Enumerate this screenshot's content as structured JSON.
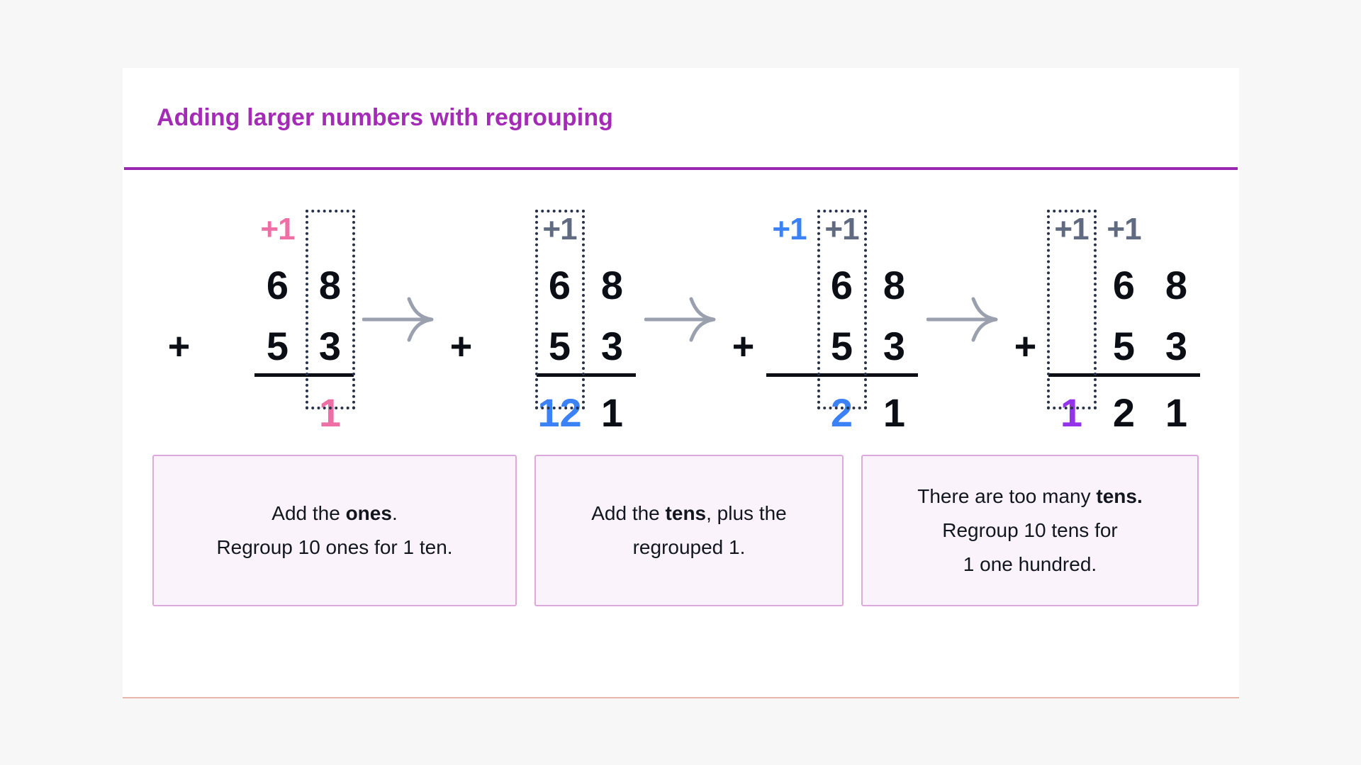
{
  "page": {
    "title": "Adding larger numbers with regrouping",
    "accent_purple": "#9a27b0",
    "title_color": "#a32bb5",
    "card_bg": "#ffffff",
    "page_bg": "#f7f7f8"
  },
  "problem": {
    "addend_top": "68",
    "addend_bottom": "53",
    "operator": "+"
  },
  "colors": {
    "pink": "#ee6fa6",
    "gray": "#606a80",
    "blue": "#3b82f6",
    "purple": "#9333ea",
    "black": "#0b0e14",
    "dotbox_border": "#28314a",
    "arrow": "#9aa0ae",
    "caption_bg": "#fbf3fb",
    "caption_border": "#dda9dd"
  },
  "steps": [
    {
      "id": "step-1",
      "label": "add-the-ones",
      "operator": "+",
      "operator_color": "black",
      "carries": {
        "hundreds": "",
        "tens": "+1",
        "tens_color": "pink",
        "ones": ""
      },
      "top_digits": {
        "hundreds": "",
        "tens": "6",
        "ones": "8"
      },
      "bottom_digits": {
        "hundreds": "",
        "tens": "5",
        "ones": "3"
      },
      "sum": {
        "hundreds": "",
        "tens": "",
        "ones": "1",
        "ones_color": "pink"
      },
      "highlight_column": "ones"
    },
    {
      "id": "step-2",
      "label": "add-the-tens",
      "operator": "+",
      "operator_color": "black",
      "carries": {
        "hundreds": "",
        "tens": "+1",
        "tens_color": "gray",
        "ones": ""
      },
      "top_digits": {
        "hundreds": "",
        "tens": "6",
        "ones": "8"
      },
      "bottom_digits": {
        "hundreds": "",
        "tens": "5",
        "ones": "3"
      },
      "sum": {
        "hundreds": "",
        "tens": "12",
        "tens_color": "blue",
        "ones": "1",
        "ones_color": "black"
      },
      "highlight_column": "tens"
    },
    {
      "id": "step-3",
      "label": "regroup-tens",
      "operator": "+",
      "operator_color": "black",
      "carries": {
        "hundreds": "+1",
        "hundreds_color": "blue",
        "tens": "+1",
        "tens_color": "gray",
        "ones": ""
      },
      "top_digits": {
        "hundreds": "",
        "tens": "6",
        "ones": "8"
      },
      "bottom_digits": {
        "hundreds": "",
        "tens": "5",
        "ones": "3"
      },
      "sum": {
        "hundreds": "",
        "tens": "2",
        "tens_color": "blue",
        "ones": "1",
        "ones_color": "black"
      },
      "highlight_column": "tens"
    },
    {
      "id": "step-4",
      "label": "final-answer",
      "operator": "+",
      "operator_color": "black",
      "carries": {
        "hundreds": "+1",
        "hundreds_color": "gray",
        "tens": "+1",
        "tens_color": "gray",
        "ones": ""
      },
      "top_digits": {
        "hundreds": "",
        "tens": "6",
        "ones": "8"
      },
      "bottom_digits": {
        "hundreds": "",
        "tens": "5",
        "ones": "3"
      },
      "sum": {
        "hundreds": "1",
        "hundreds_color": "purple",
        "tens": "2",
        "tens_color": "black",
        "ones": "1",
        "ones_color": "black"
      },
      "highlight_column": "hundreds"
    }
  ],
  "arrows": [
    {
      "name": "arrow-step1-to-step2",
      "glyph": "right-arrow"
    },
    {
      "name": "arrow-step2-to-step3",
      "glyph": "right-arrow"
    },
    {
      "name": "arrow-step3-to-step4",
      "glyph": "right-arrow"
    }
  ],
  "captions": [
    {
      "id": "caption-1",
      "lines": [
        {
          "pre": "Add the ",
          "bold": "ones",
          "post": "."
        },
        {
          "pre": "Regroup 10 ones for 1 ten.",
          "bold": "",
          "post": ""
        }
      ]
    },
    {
      "id": "caption-2",
      "lines": [
        {
          "pre": "Add the ",
          "bold": "tens",
          "post": ", plus the"
        },
        {
          "pre": "regrouped 1.",
          "bold": "",
          "post": ""
        }
      ]
    },
    {
      "id": "caption-3",
      "lines": [
        {
          "pre": "There are too many ",
          "bold": "tens.",
          "post": ""
        },
        {
          "pre": "Regroup 10 tens for",
          "bold": "",
          "post": ""
        },
        {
          "pre": "1 one hundred.",
          "bold": "",
          "post": ""
        }
      ]
    }
  ]
}
